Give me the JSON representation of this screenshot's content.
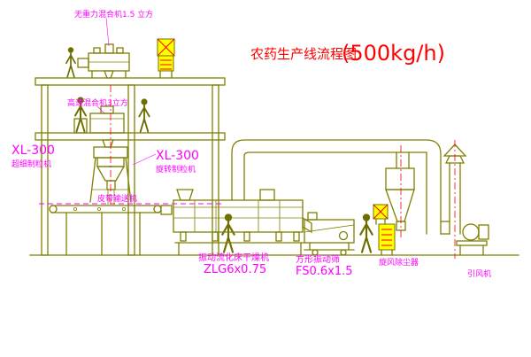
{
  "title": {
    "name": "农药生产线流程图",
    "capacity": "(500kg/h)"
  },
  "labels": {
    "gravity_mixer": "无重力混合机1.5 立方",
    "high_speed_mixer": "高速混合机3立方",
    "granulator_left_model": "XL-300",
    "granulator_left_name": "超细制粒机",
    "granulator_mid_model": "XL-300",
    "granulator_mid_name": "旋转制粒机",
    "belt_conveyor": "皮带输送机",
    "dryer_name": "振动流化床干燥机",
    "dryer_model": "ZLG6x0.75",
    "screen_name": "方形振动筛",
    "screen_model": "FS0.6x1.5",
    "cyclone": "旋风除尘器",
    "fan": "引风机"
  },
  "colors": {
    "drawing_line": "#808000",
    "label_text": "#ff00ff",
    "title_text": "#ff0000",
    "cabinet_fill": "#ffff00",
    "centerline": "#ff0000",
    "background": "#ffffff"
  }
}
